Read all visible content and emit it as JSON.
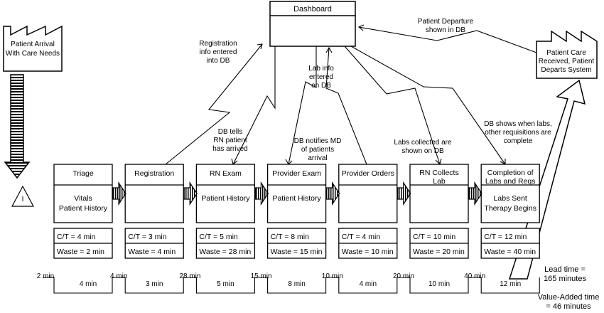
{
  "dashboard": {
    "label": "Dashboard"
  },
  "arrival": {
    "lines": [
      "Patient Arrival",
      "With Care Needs"
    ]
  },
  "departure": {
    "lines": [
      "Patient Care",
      "Received, Patient",
      "Departs System"
    ]
  },
  "inventory_symbol": "I",
  "processes": [
    {
      "name": [
        "Triage"
      ],
      "body": [
        "Vitals",
        "Patient History"
      ],
      "ct": "C/T = 4 min",
      "waste": "Waste = 2 min"
    },
    {
      "name": [
        "Registration"
      ],
      "body": [],
      "ct": "C/T = 3 min",
      "waste": "Waste = 4 min"
    },
    {
      "name": [
        "RN Exam"
      ],
      "body": [
        "Patient History"
      ],
      "ct": "C/T = 5 min",
      "waste": "Waste = 28 min"
    },
    {
      "name": [
        "Provider Exam"
      ],
      "body": [
        "Patient History"
      ],
      "ct": "C/T = 8 min",
      "waste": "Waste = 15 min"
    },
    {
      "name": [
        "Provider Orders"
      ],
      "body": [],
      "ct": "C/T = 4 min",
      "waste": "Waste = 10 min"
    },
    {
      "name": [
        "RN Collects",
        "Lab"
      ],
      "body": [],
      "ct": "C/T = 10 min",
      "waste": "Waste = 20 min"
    },
    {
      "name": [
        "Completion of",
        "Labs and Reqs"
      ],
      "body": [
        "Labs Sent",
        "Therapy Begins"
      ],
      "ct": "C/T = 12 min",
      "waste": "Waste = 40 min"
    }
  ],
  "info_flows": [
    {
      "lines": [
        "Registration",
        "info entered",
        "into DB"
      ]
    },
    {
      "lines": [
        "DB tells",
        "RN patient",
        "has arrived"
      ]
    },
    {
      "lines": [
        "Lab info",
        "entered",
        "on DB"
      ]
    },
    {
      "lines": [
        "DB notifies MD",
        "of patients",
        "arrival"
      ]
    },
    {
      "lines": [
        "Labs collected are",
        "shown on DB"
      ]
    },
    {
      "lines": [
        "DB shows when labs,",
        "other requisitions are",
        "complete"
      ]
    },
    {
      "lines": [
        "Patient Departure",
        "shown in DB"
      ]
    }
  ],
  "timeline": {
    "wait_labels": [
      "2 min",
      "4 min",
      "28 min",
      "15 min",
      "10 min",
      "20 min",
      "40 min"
    ],
    "process_labels": [
      "4 min",
      "3 min",
      "5 min",
      "8 min",
      "4 min",
      "10 min",
      "12 min"
    ],
    "lead_time": [
      "Lead time =",
      "165 minutes"
    ],
    "value_added": [
      "Value-Added time",
      "= 46 minutes"
    ]
  }
}
